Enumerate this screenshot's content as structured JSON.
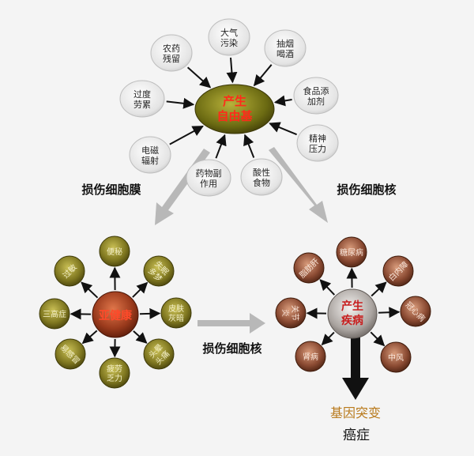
{
  "center_top": {
    "label_line1": "产生",
    "label_line2": "自由基"
  },
  "causes": [
    {
      "id": "pesticide",
      "line1": "农药",
      "line2": "残留"
    },
    {
      "id": "pollution",
      "line1": "大气",
      "line2": "污染"
    },
    {
      "id": "smoking",
      "line1": "抽烟",
      "line2": "喝酒"
    },
    {
      "id": "overwork",
      "line1": "过度",
      "line2": "劳累"
    },
    {
      "id": "additives",
      "line1": "食品添",
      "line2": "加剂"
    },
    {
      "id": "stress",
      "line1": "精神",
      "line2": "压力"
    },
    {
      "id": "radiation",
      "line1": "电磁",
      "line2": "辐射"
    },
    {
      "id": "drug",
      "line1": "药物副",
      "line2": "作用"
    },
    {
      "id": "acidic",
      "line1": "酸性",
      "line2": "食物"
    }
  ],
  "labels": {
    "damage_membrane": "损伤细胞膜",
    "damage_nucleus_right": "损伤细胞核",
    "damage_nucleus_mid": "损伤细胞核"
  },
  "center_left": {
    "label": "亚健康"
  },
  "subhealth": [
    {
      "id": "constipation",
      "line1": "便秘",
      "line2": ""
    },
    {
      "id": "insomnia",
      "line1": "失眠",
      "line2": "多梦"
    },
    {
      "id": "dull-skin",
      "line1": "皮肤",
      "line2": "灰暗"
    },
    {
      "id": "headache",
      "line1": "头晕",
      "line2": "头痛"
    },
    {
      "id": "fatigue",
      "line1": "疲劳",
      "line2": "乏力"
    },
    {
      "id": "cold",
      "line1": "易感冒",
      "line2": ""
    },
    {
      "id": "three-highs",
      "line1": "三高症",
      "line2": ""
    },
    {
      "id": "allergy",
      "line1": "过敏",
      "line2": ""
    }
  ],
  "center_right": {
    "label_line1": "产生",
    "label_line2": "疾病"
  },
  "diseases": [
    {
      "id": "diabetes",
      "line1": "糖尿病",
      "line2": ""
    },
    {
      "id": "cataract",
      "line1": "白内障",
      "line2": ""
    },
    {
      "id": "heart",
      "line1": "冠心病",
      "line2": ""
    },
    {
      "id": "stroke",
      "line1": "中风",
      "line2": ""
    },
    {
      "id": "kidney",
      "line1": "肾病",
      "line2": ""
    },
    {
      "id": "arthritis",
      "line1": "关节",
      "line2": "炎"
    },
    {
      "id": "fatty-liver",
      "line1": "脂肪肝",
      "line2": ""
    }
  ],
  "bottom": {
    "mutation": "基因突变",
    "cancer": "癌症"
  },
  "colors": {
    "center_top_fill": "#6b6a12",
    "center_top_text": "#ff2a1a",
    "cause_fill": "#e8e8e8",
    "subhealth_fill": "#7f7720",
    "subhealth_center_fill": "#9a3a1c",
    "disease_fill": "#8a4a32",
    "disease_center_fill": "#b0aaa6",
    "disease_center_text": "#c81e1e",
    "mutation_text": "#b97a1c",
    "gray_arrow": "#b8b8b8"
  }
}
